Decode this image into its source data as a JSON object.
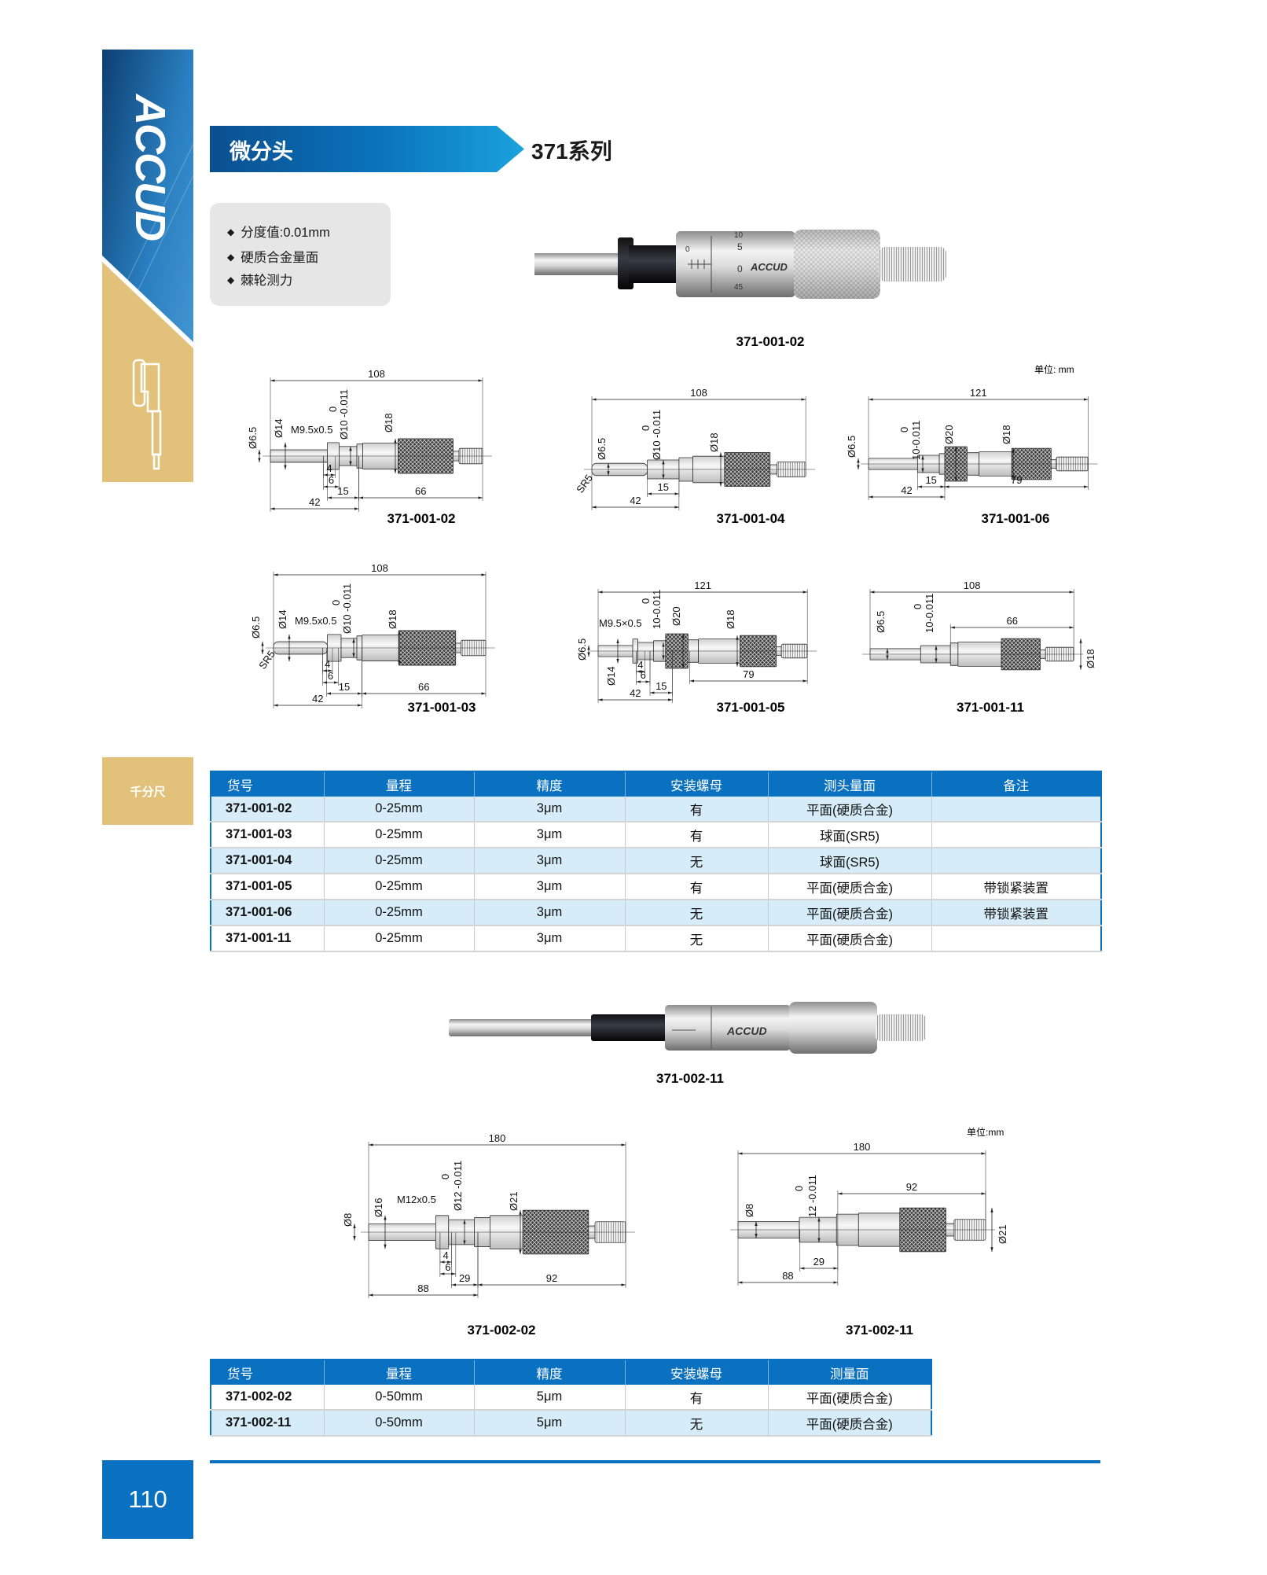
{
  "brand": {
    "logo_text": "ACCUD",
    "category_tab": "千分尺",
    "accent": "#0a70c0",
    "gold": "#e2c27b"
  },
  "header": {
    "title": "微分头",
    "series": "371系列"
  },
  "features": [
    "分度值:0.01mm",
    "硬质合金量面",
    "棘轮测力"
  ],
  "photo_top": {
    "model": "371-001-02",
    "logo": "ACCUD",
    "scale_numbers": [
      "10",
      "5",
      "0",
      "45",
      "0"
    ]
  },
  "photo_bottom": {
    "model": "371-002-11",
    "logo": "ACCUD"
  },
  "unit_label": "单位: mm",
  "unit_label_2": "单位:mm",
  "drawings": [
    {
      "model": "371-001-02",
      "labels": [
        "108",
        "42",
        "15",
        "66",
        "6",
        "4",
        "Ø6.5",
        "Ø14",
        "M9.5x0.5",
        "0",
        "Ø10 -0.011",
        "Ø18"
      ]
    },
    {
      "model": "371-001-04",
      "labels": [
        "108",
        "42",
        "15",
        "Ø6.5",
        "0",
        "Ø10 -0.011",
        "Ø18",
        "SR5"
      ]
    },
    {
      "model": "371-001-06",
      "labels": [
        "121",
        "42",
        "15",
        "79",
        "Ø6.5",
        "0",
        "10-0.011",
        "Ø20",
        "Ø18"
      ]
    },
    {
      "model": "371-001-03",
      "labels": [
        "108",
        "42",
        "15",
        "66",
        "6",
        "4",
        "Ø6.5",
        "Ø14",
        "M9.5x0.5",
        "0",
        "Ø10 -0.011",
        "Ø18",
        "SR5"
      ]
    },
    {
      "model": "371-001-05",
      "labels": [
        "121",
        "42",
        "15",
        "79",
        "6",
        "4",
        "Ø6.5",
        "Ø14",
        "M9.5×0.5",
        "0",
        "10-0.011",
        "Ø20",
        "Ø18"
      ]
    },
    {
      "model": "371-001-11",
      "labels": [
        "108",
        "66",
        "Ø6.5",
        "0",
        "10-0.011",
        "Ø18"
      ]
    },
    {
      "model": "371-002-02",
      "labels": [
        "180",
        "88",
        "29",
        "92",
        "6",
        "4",
        "Ø8",
        "Ø16",
        "M12x0.5",
        "0",
        "Ø12 -0.011",
        "Ø21"
      ]
    },
    {
      "model": "371-002-11",
      "labels": [
        "180",
        "92",
        "88",
        "29",
        "Ø8",
        "0",
        "12 -0.011",
        "Ø21"
      ]
    }
  ],
  "table1": {
    "headers": [
      "货号",
      "量程",
      "精度",
      "安装螺母",
      "测头量面",
      "备注"
    ],
    "rows": [
      [
        "371-001-02",
        "0-25mm",
        "3μm",
        "有",
        "平面(硬质合金)",
        ""
      ],
      [
        "371-001-03",
        "0-25mm",
        "3μm",
        "有",
        "球面(SR5)",
        ""
      ],
      [
        "371-001-04",
        "0-25mm",
        "3μm",
        "无",
        "球面(SR5)",
        ""
      ],
      [
        "371-001-05",
        "0-25mm",
        "3μm",
        "有",
        "平面(硬质合金)",
        "带锁紧装置"
      ],
      [
        "371-001-06",
        "0-25mm",
        "3μm",
        "无",
        "平面(硬质合金)",
        "带锁紧装置"
      ],
      [
        "371-001-11",
        "0-25mm",
        "3μm",
        "无",
        "平面(硬质合金)",
        ""
      ]
    ]
  },
  "table2": {
    "headers": [
      "货号",
      "量程",
      "精度",
      "安装螺母",
      "测量面"
    ],
    "rows": [
      [
        "371-002-02",
        "0-50mm",
        "5μm",
        "有",
        "平面(硬质合金)"
      ],
      [
        "371-002-11",
        "0-50mm",
        "5μm",
        "无",
        "平面(硬质合金)"
      ]
    ]
  },
  "page_number": "110"
}
